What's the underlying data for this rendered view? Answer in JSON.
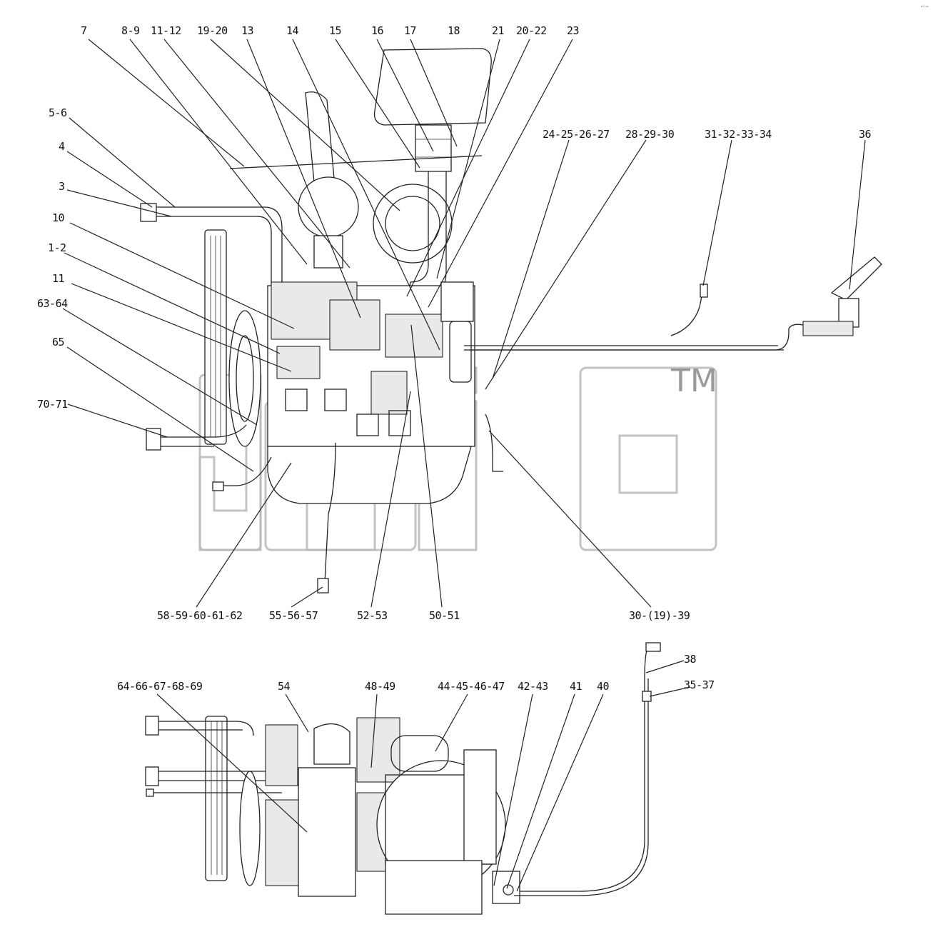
{
  "diagram": {
    "corner_note": "ᵒ⁰ ᵒᶜ",
    "watermark_mark": "TM",
    "callouts": [
      {
        "id": "c7",
        "label": "7"
      },
      {
        "id": "c8-9",
        "label": "8-9"
      },
      {
        "id": "c11-12",
        "label": "11-12"
      },
      {
        "id": "c19-20",
        "label": "19-20"
      },
      {
        "id": "c13",
        "label": "13"
      },
      {
        "id": "c14",
        "label": "14"
      },
      {
        "id": "c15",
        "label": "15"
      },
      {
        "id": "c16",
        "label": "16"
      },
      {
        "id": "c17",
        "label": "17"
      },
      {
        "id": "c18",
        "label": "18"
      },
      {
        "id": "c21",
        "label": "21"
      },
      {
        "id": "c20-22",
        "label": "20-22"
      },
      {
        "id": "c23",
        "label": "23"
      },
      {
        "id": "c5-6",
        "label": "5-6"
      },
      {
        "id": "c4",
        "label": "4"
      },
      {
        "id": "c3",
        "label": "3"
      },
      {
        "id": "c10",
        "label": "10"
      },
      {
        "id": "c1-2",
        "label": "1-2"
      },
      {
        "id": "c11",
        "label": "11"
      },
      {
        "id": "c63-64",
        "label": "63-64"
      },
      {
        "id": "c65",
        "label": "65"
      },
      {
        "id": "c70-71",
        "label": "70-71"
      },
      {
        "id": "c24-27",
        "label": "24-25-26-27"
      },
      {
        "id": "c28-30",
        "label": "28-29-30"
      },
      {
        "id": "c31-34",
        "label": "31-32-33-34"
      },
      {
        "id": "c36",
        "label": "36"
      },
      {
        "id": "c58-62",
        "label": "58-59-60-61-62"
      },
      {
        "id": "c55-57",
        "label": "55-56-57"
      },
      {
        "id": "c52-53",
        "label": "52-53"
      },
      {
        "id": "c50-51",
        "label": "50-51"
      },
      {
        "id": "c30-19-39",
        "label": "30-(19)-39"
      },
      {
        "id": "c38",
        "label": "38"
      },
      {
        "id": "c35-37",
        "label": "35-37"
      },
      {
        "id": "c64-69",
        "label": "64-66-67-68-69"
      },
      {
        "id": "c54",
        "label": "54"
      },
      {
        "id": "c48-49",
        "label": "48-49"
      },
      {
        "id": "c44-47",
        "label": "44-45-46-47"
      },
      {
        "id": "c42-43",
        "label": "42-43"
      },
      {
        "id": "c41",
        "label": "41"
      },
      {
        "id": "c40",
        "label": "40"
      }
    ]
  }
}
